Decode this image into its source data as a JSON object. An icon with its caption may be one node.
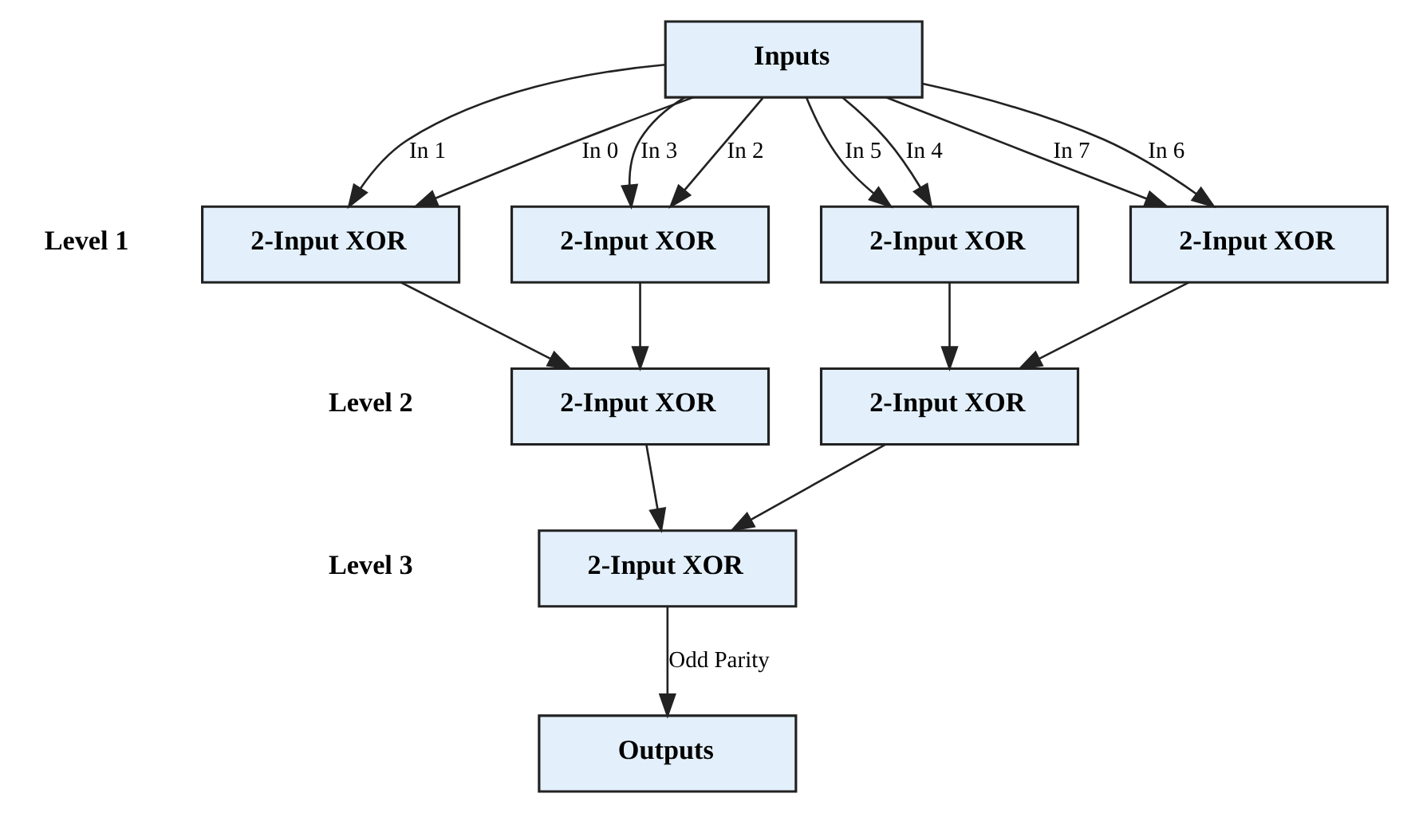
{
  "diagram": {
    "nodes": [
      {
        "text": [
          "Inputs"
        ]
      },
      {
        "text": [
          "2-Input XOR"
        ]
      },
      {
        "text": [
          "2-Input XOR"
        ]
      },
      {
        "text": [
          "2-Input XOR"
        ]
      },
      {
        "text": [
          "2-Input XOR"
        ]
      },
      {
        "text": [
          "2-Input XOR"
        ]
      },
      {
        "text": [
          "2-Input XOR"
        ]
      },
      {
        "text": [
          "2-Input XOR"
        ]
      },
      {
        "text": [
          "Outputs"
        ]
      }
    ],
    "edges": [
      {
        "from": 0,
        "to": 1,
        "arrow": "to",
        "label": "In 7"
      },
      {
        "from": 0,
        "to": 1,
        "arrow": "to",
        "label": "In 6"
      },
      {
        "from": 0,
        "to": 2,
        "arrow": "to",
        "label": "In 5"
      },
      {
        "from": 0,
        "to": 2,
        "arrow": "to",
        "label": "In 4"
      },
      {
        "from": 0,
        "to": 3,
        "arrow": "to",
        "label": "In 3"
      },
      {
        "from": 0,
        "to": 3,
        "arrow": "to",
        "label": "In 2"
      },
      {
        "from": 0,
        "to": 4,
        "arrow": "to",
        "label": "In 1"
      },
      {
        "from": 0,
        "to": 4,
        "arrow": "to",
        "label": "In 0"
      },
      {
        "from": 1,
        "to": 5,
        "arrow": "to"
      },
      {
        "from": 2,
        "to": 5,
        "arrow": "to"
      },
      {
        "from": 3,
        "to": 6,
        "arrow": "to"
      },
      {
        "from": 4,
        "to": 6,
        "arrow": "to"
      },
      {
        "from": 5,
        "to": 7,
        "arrow": "to"
      },
      {
        "from": 6,
        "to": 7,
        "arrow": "to"
      },
      {
        "from": 7,
        "to": 8,
        "arrow": "to",
        "label": "Odd Parity"
      }
    ],
    "labels": [
      "Level 1",
      "Level 2",
      "Level 3"
    ]
  }
}
